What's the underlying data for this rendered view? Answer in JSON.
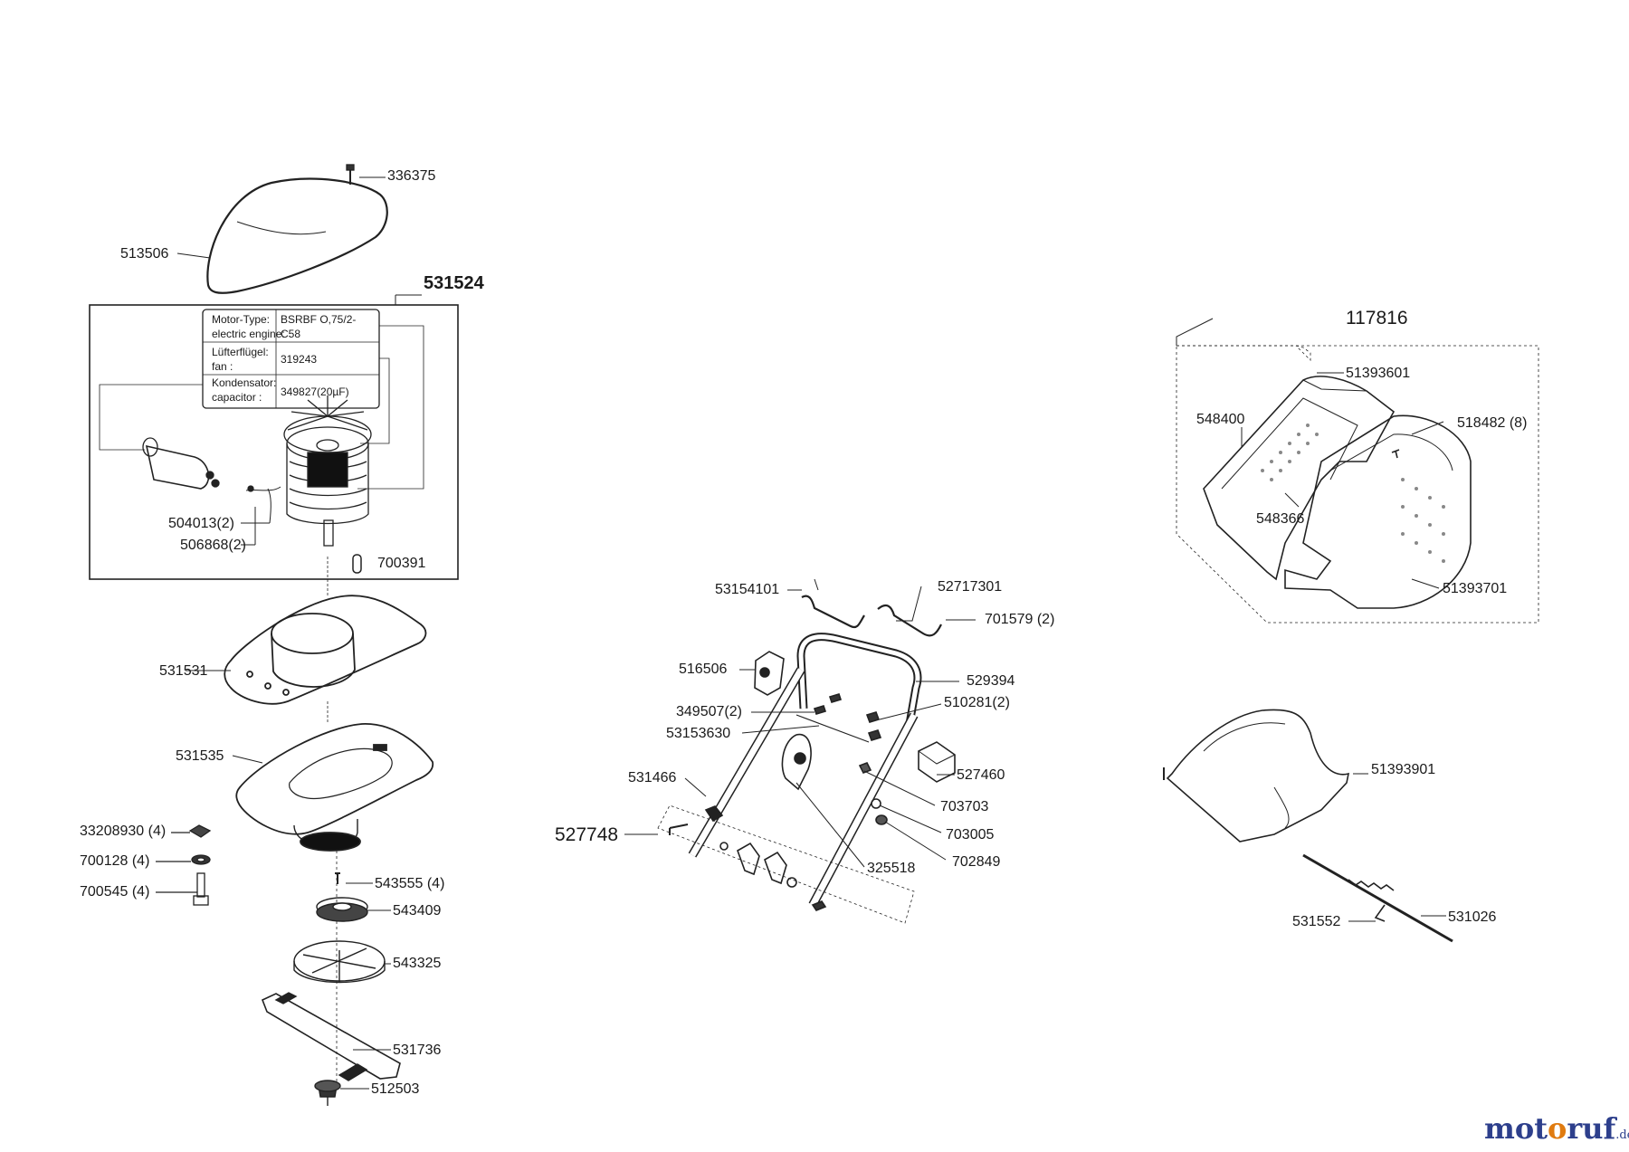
{
  "motor_table": {
    "rows": [
      {
        "k1": "Motor-Type:",
        "k2": "electric engine:",
        "v1": "BSRBF O,75/2-",
        "v2": "C58"
      },
      {
        "k1": "Lüfterflügel:",
        "k2": "fan :",
        "v1": "319243",
        "v2": ""
      },
      {
        "k1": "Kondensator:",
        "k2": "capacitor :",
        "v1": "349827(20µF)",
        "v2": ""
      }
    ]
  },
  "labels": {
    "p336375": "336375",
    "p513506": "513506",
    "p531524": "531524",
    "p504013": "504013(2)",
    "p506868": "506868(2)",
    "p700391": "700391",
    "p531531": "531531",
    "p531535": "531535",
    "p33208930": "33208930 (4)",
    "p700128": "700128 (4)",
    "p700545": "700545 (4)",
    "p543555": "543555 (4)",
    "p543409": "543409",
    "p543325": "543325",
    "p531736": "531736",
    "p512503": "512503",
    "p53154101": "53154101",
    "p52717301": "52717301",
    "p701579": "701579 (2)",
    "p516506": "516506",
    "p529394": "529394",
    "p349507": "349507(2)",
    "p510281": "510281(2)",
    "p53153630": "53153630",
    "p527460": "527460",
    "p531466": "531466",
    "p703703": "703703",
    "p527748": "527748",
    "p703005": "703005",
    "p702849": "702849",
    "p325518": "325518",
    "p117816": "117816",
    "p51393601": "51393601",
    "p548400": "548400",
    "p518482": "518482 (8)",
    "p548366": "548366",
    "p51393701": "51393701",
    "p51393901": "51393901",
    "p531552": "531552",
    "p531026": "531026"
  },
  "logo": {
    "part1": "mot",
    "part2": "o",
    "part3": "ruf",
    "suffix": ".de"
  }
}
